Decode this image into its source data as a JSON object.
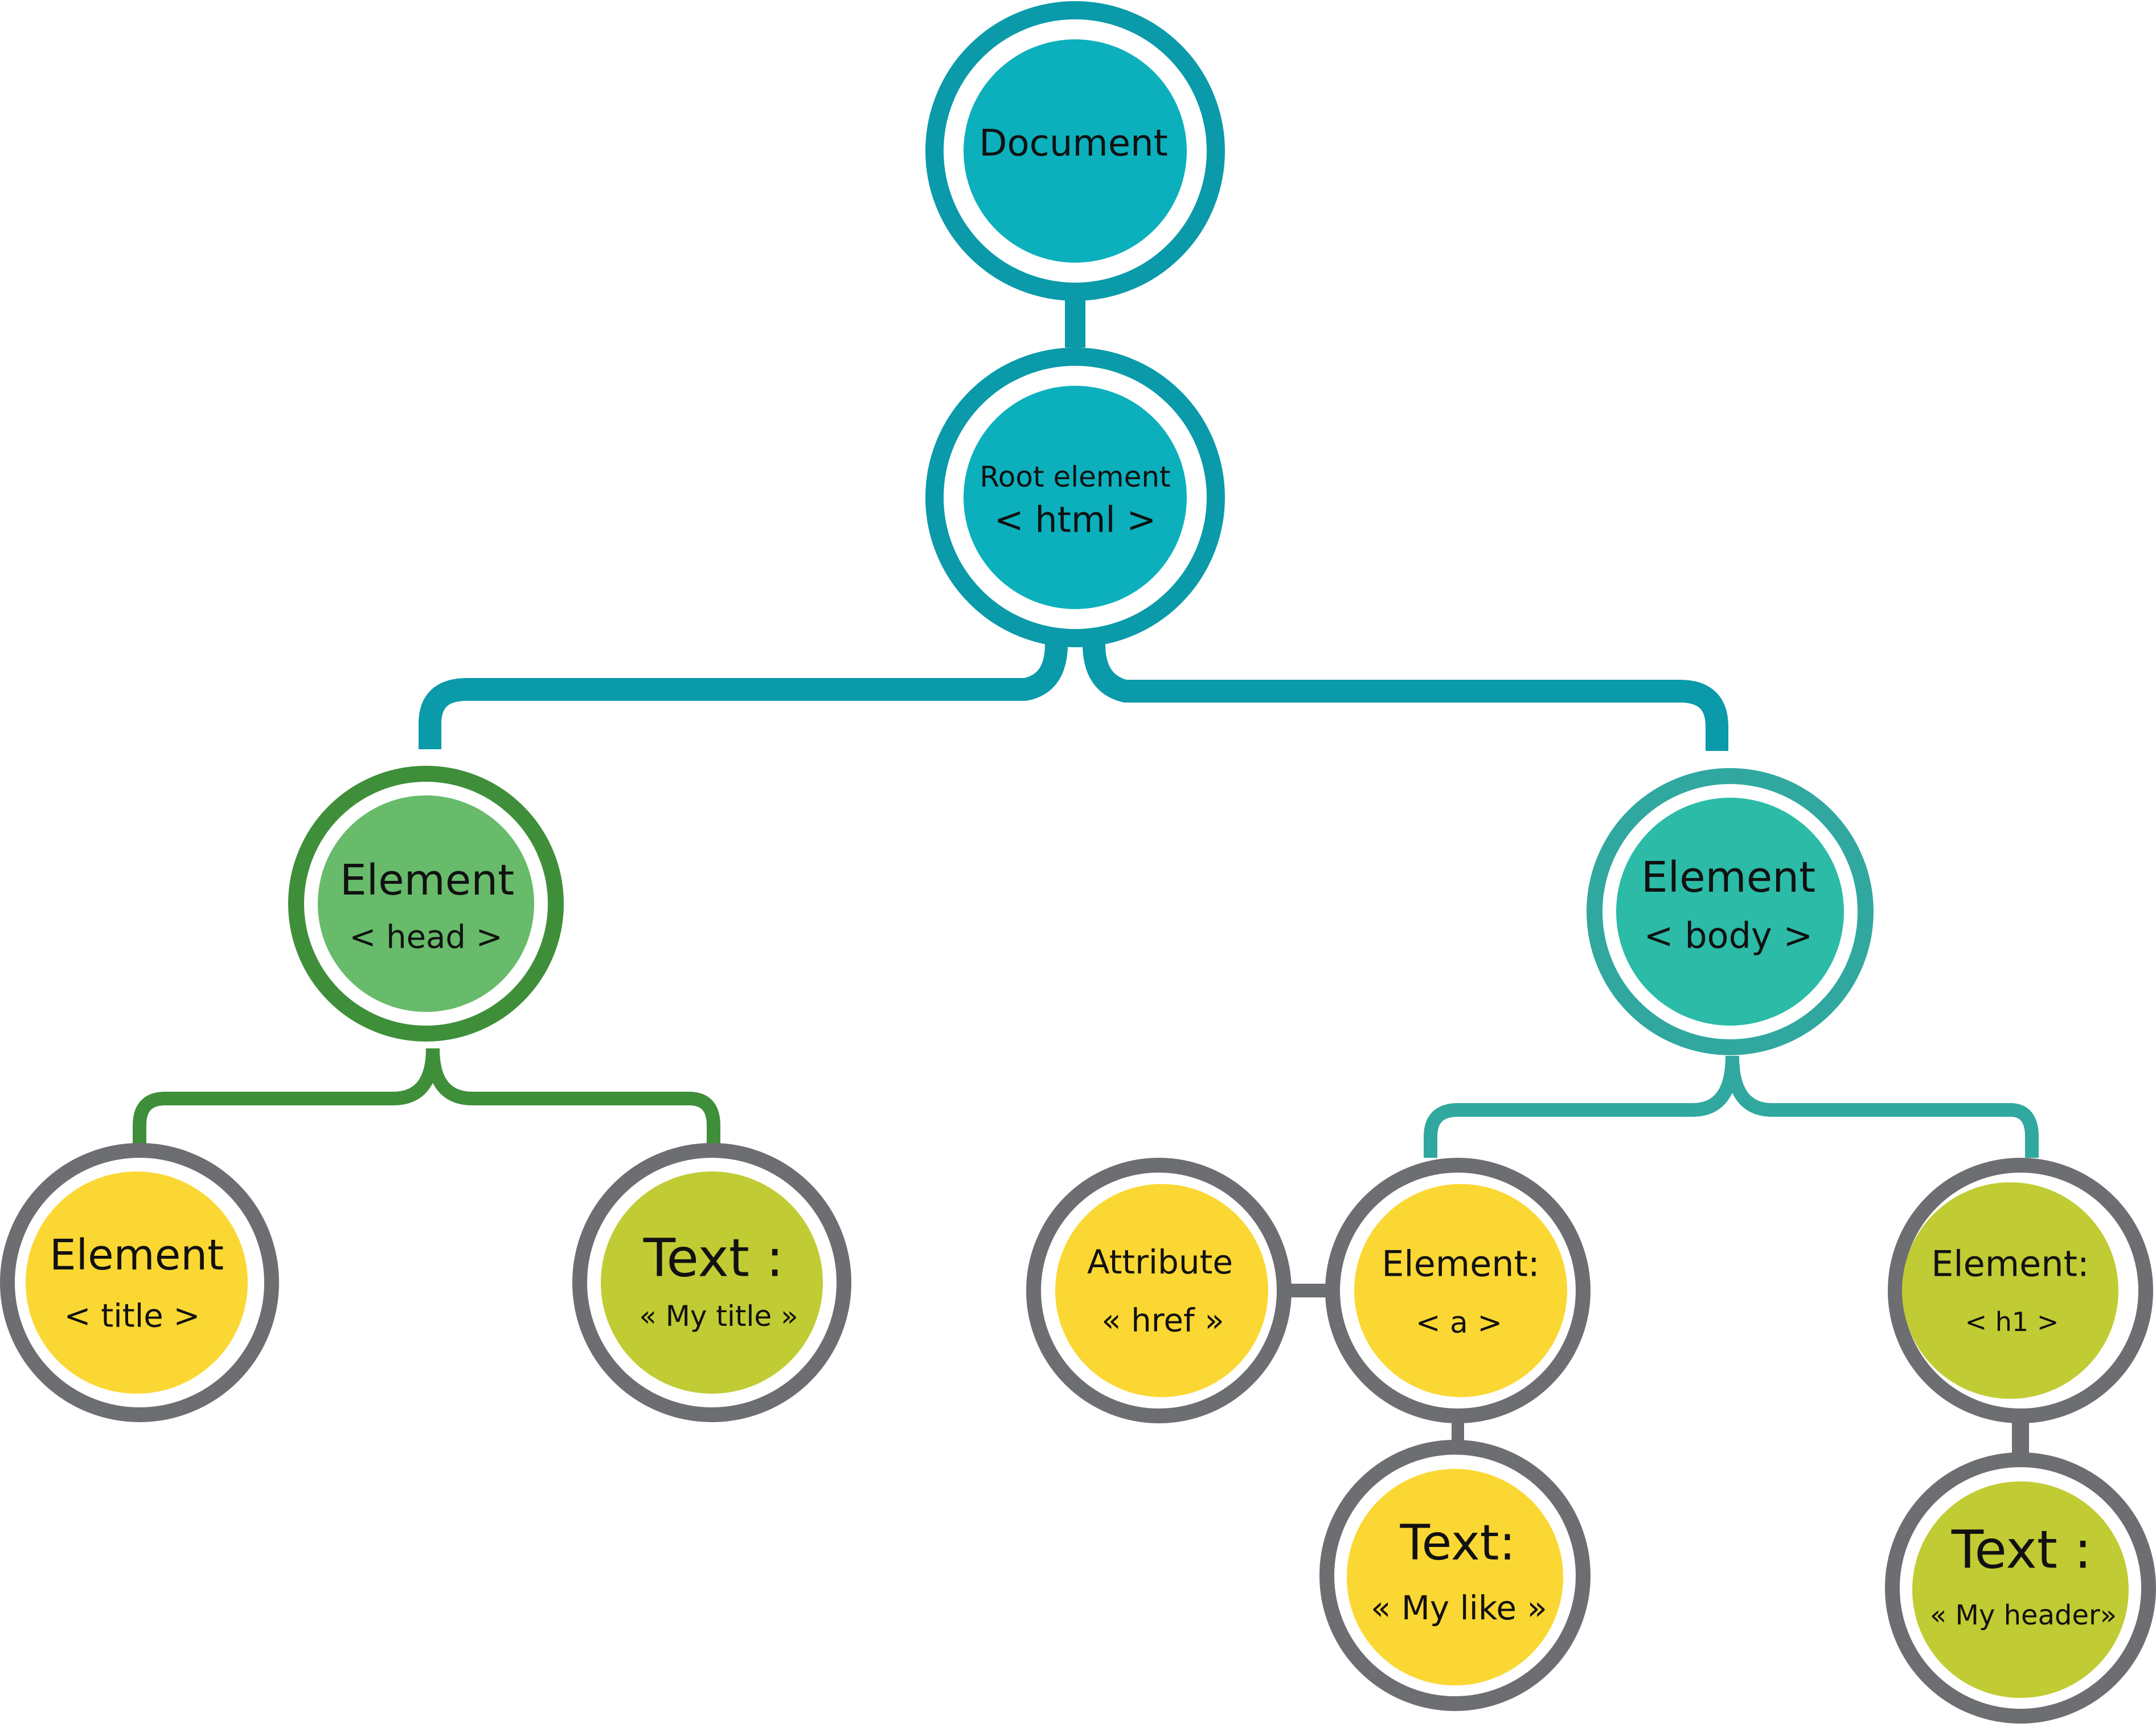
{
  "colors": {
    "teal_dark": "#0a9aa9",
    "teal_fill": "#0bb0bc",
    "green_ring": "#3f8f3a",
    "green_fill": "#67bb6a",
    "body_ring": "#30a8a0",
    "body_fill": "#2bbba7",
    "gray_ring": "#6d6e71",
    "yellow_fill": "#fbd733",
    "olive_fill": "#c1cb33"
  },
  "nodes": {
    "document": {
      "line1": "Document"
    },
    "html": {
      "line1": "Root element",
      "line2": "< html >"
    },
    "head": {
      "line1": "Element",
      "line2": "< head >"
    },
    "body": {
      "line1": "Element",
      "line2": "< body >"
    },
    "title": {
      "line1": "Element",
      "line2": "< title >"
    },
    "text_title": {
      "line1": "Text :",
      "line2": "« My title »"
    },
    "attribute": {
      "line1": "Attribute",
      "line2": "« href »"
    },
    "a": {
      "line1": "Element:",
      "line2": "< a >"
    },
    "h1": {
      "line1": "Element:",
      "line2": "< h1 >"
    },
    "text_link": {
      "line1": "Text:",
      "line2": "« My like »"
    },
    "text_header": {
      "line1": "Text :",
      "line2": "« My header»"
    }
  }
}
